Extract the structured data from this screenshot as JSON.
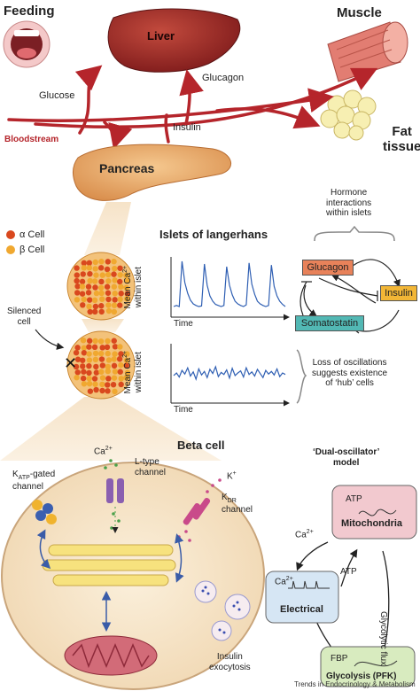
{
  "top": {
    "feeding": "Feeding",
    "liver": "Liver",
    "muscle": "Muscle",
    "glucagon": "Glucagon",
    "glucose": "Glucose",
    "insulin": "Insulin",
    "bloodstream": "Bloodstream",
    "pancreas": "Pancreas",
    "fat_tissue_line1": "Fat",
    "fat_tissue_line2": "tissue"
  },
  "legend": {
    "alpha": "α Cell",
    "beta": "β Cell",
    "alpha_color": "#d9481e",
    "beta_color": "#f0a830"
  },
  "islets": {
    "title": "Islets of langerhans",
    "ylabel_line1": "Mean Ca",
    "ylabel_sup": "2+",
    "ylabel_line2": "within islet",
    "xlabel": "Time",
    "silenced_line1": "Silenced",
    "silenced_line2": "cell",
    "loss_line1": "Loss of oscillations",
    "loss_line2": "suggests existence",
    "loss_line3": "of ‘hub’ cells"
  },
  "hormones": {
    "title_line1": "Hormone",
    "title_line2": "interactions",
    "title_line3": "within islets",
    "glucagon": "Glucagon",
    "insulin": "Insulin",
    "somatostatin": "Somatostatin",
    "glucagon_color": "#e8825a",
    "insulin_color": "#f2b636",
    "somatostatin_color": "#52b8b4"
  },
  "beta_cell": {
    "title": "Beta cell",
    "katp_prefix": "K",
    "katp_sub": "ATP",
    "katp_suffix": "-gated",
    "katp_line2": "channel",
    "ca_label": "Ca",
    "ca_sup": "2+",
    "ltype_line1": "L-type",
    "ltype_line2": "channel",
    "k_label": "K",
    "k_sup": "+",
    "kdr_prefix": "K",
    "kdr_sub": "DR",
    "kdr_line2": "channel",
    "exo_line1": "Insulin",
    "exo_line2": "exocytosis"
  },
  "dual": {
    "title_line1": "‘Dual-oscillator’",
    "title_line2": "model",
    "atp": "ATP",
    "mitochondria": "Mitochondria",
    "ca_label": "Ca",
    "ca_sup": "2+",
    "atp_arrow": "ATP",
    "glycolytic_flux": "Glycolytic flux",
    "ca_box": "Ca",
    "ca_box_sup": "2+",
    "electrical": "Electrical",
    "fbp": "FBP",
    "glycolysis": "Glycolysis (PFK)"
  },
  "footer": "Trends in Endocrinology & Metabolism",
  "traces": {
    "oscillating": [
      0.1,
      0.12,
      0.1,
      0.95,
      0.55,
      0.35,
      0.22,
      0.15,
      0.12,
      0.1,
      0.11,
      0.9,
      0.5,
      0.3,
      0.2,
      0.14,
      0.12,
      0.1,
      0.12,
      0.85,
      0.5,
      0.32,
      0.2,
      0.15,
      0.12,
      0.1,
      0.13,
      0.92,
      0.52,
      0.33,
      0.2,
      0.15,
      0.12,
      0.1,
      0.12,
      0.88,
      0.48,
      0.3,
      0.2,
      0.14,
      0.1
    ],
    "flat": [
      0.45,
      0.5,
      0.42,
      0.55,
      0.48,
      0.6,
      0.44,
      0.52,
      0.38,
      0.58,
      0.46,
      0.53,
      0.41,
      0.57,
      0.49,
      0.62,
      0.43,
      0.51,
      0.47,
      0.56,
      0.4,
      0.59,
      0.45,
      0.5,
      0.54,
      0.42,
      0.6,
      0.47,
      0.52,
      0.44,
      0.57,
      0.49,
      0.41,
      0.55,
      0.48,
      0.53,
      0.46,
      0.58,
      0.43,
      0.5,
      0.47
    ]
  }
}
